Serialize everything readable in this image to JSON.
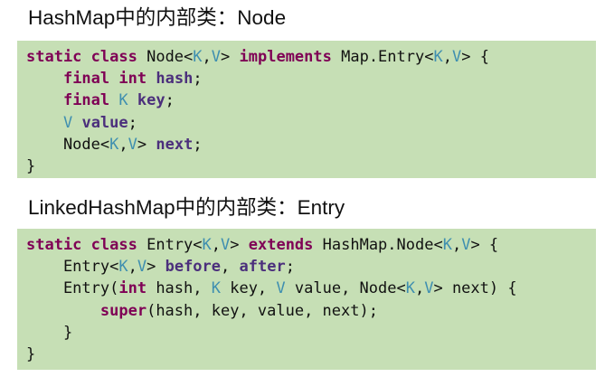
{
  "sections": [
    {
      "heading": "HashMap中的内部类：Node",
      "lines": [
        [
          {
            "t": "static",
            "k": "kw"
          },
          {
            "t": " ",
            "k": "pl"
          },
          {
            "t": "class",
            "k": "kw"
          },
          {
            "t": " Node<",
            "k": "pl"
          },
          {
            "t": "K",
            "k": "tp"
          },
          {
            "t": ",",
            "k": "pl"
          },
          {
            "t": "V",
            "k": "tp"
          },
          {
            "t": "> ",
            "k": "pl"
          },
          {
            "t": "implements",
            "k": "kw"
          },
          {
            "t": " Map.Entry<",
            "k": "pl"
          },
          {
            "t": "K",
            "k": "tp"
          },
          {
            "t": ",",
            "k": "pl"
          },
          {
            "t": "V",
            "k": "tp"
          },
          {
            "t": "> {",
            "k": "pl"
          }
        ],
        [
          {
            "t": "    ",
            "k": "pl"
          },
          {
            "t": "final",
            "k": "kw"
          },
          {
            "t": " ",
            "k": "pl"
          },
          {
            "t": "int",
            "k": "kw"
          },
          {
            "t": " ",
            "k": "pl"
          },
          {
            "t": "hash",
            "k": "fld"
          },
          {
            "t": ";",
            "k": "pl"
          }
        ],
        [
          {
            "t": "    ",
            "k": "pl"
          },
          {
            "t": "final",
            "k": "kw"
          },
          {
            "t": " ",
            "k": "pl"
          },
          {
            "t": "K",
            "k": "tp"
          },
          {
            "t": " ",
            "k": "pl"
          },
          {
            "t": "key",
            "k": "fld"
          },
          {
            "t": ";",
            "k": "pl"
          }
        ],
        [
          {
            "t": "    ",
            "k": "pl"
          },
          {
            "t": "V",
            "k": "tp"
          },
          {
            "t": " ",
            "k": "pl"
          },
          {
            "t": "value",
            "k": "fld"
          },
          {
            "t": ";",
            "k": "pl"
          }
        ],
        [
          {
            "t": "    Node<",
            "k": "pl"
          },
          {
            "t": "K",
            "k": "tp"
          },
          {
            "t": ",",
            "k": "pl"
          },
          {
            "t": "V",
            "k": "tp"
          },
          {
            "t": "> ",
            "k": "pl"
          },
          {
            "t": "next",
            "k": "fld"
          },
          {
            "t": ";",
            "k": "pl"
          }
        ],
        [
          {
            "t": "}",
            "k": "pl"
          }
        ]
      ]
    },
    {
      "heading": "LinkedHashMap中的内部类：Entry",
      "lines": [
        [
          {
            "t": "static",
            "k": "kw"
          },
          {
            "t": " ",
            "k": "pl"
          },
          {
            "t": "class",
            "k": "kw"
          },
          {
            "t": " Entry<",
            "k": "pl"
          },
          {
            "t": "K",
            "k": "tp"
          },
          {
            "t": ",",
            "k": "pl"
          },
          {
            "t": "V",
            "k": "tp"
          },
          {
            "t": "> ",
            "k": "pl"
          },
          {
            "t": "extends",
            "k": "kw"
          },
          {
            "t": " HashMap.Node<",
            "k": "pl"
          },
          {
            "t": "K",
            "k": "tp"
          },
          {
            "t": ",",
            "k": "pl"
          },
          {
            "t": "V",
            "k": "tp"
          },
          {
            "t": "> {",
            "k": "pl"
          }
        ],
        [
          {
            "t": "    Entry<",
            "k": "pl"
          },
          {
            "t": "K",
            "k": "tp"
          },
          {
            "t": ",",
            "k": "pl"
          },
          {
            "t": "V",
            "k": "tp"
          },
          {
            "t": "> ",
            "k": "pl"
          },
          {
            "t": "before",
            "k": "fld"
          },
          {
            "t": ", ",
            "k": "pl"
          },
          {
            "t": "after",
            "k": "fld"
          },
          {
            "t": ";",
            "k": "pl"
          }
        ],
        [
          {
            "t": "    Entry(",
            "k": "pl"
          },
          {
            "t": "int",
            "k": "kw"
          },
          {
            "t": " hash, ",
            "k": "pl"
          },
          {
            "t": "K",
            "k": "tp"
          },
          {
            "t": " key, ",
            "k": "pl"
          },
          {
            "t": "V",
            "k": "tp"
          },
          {
            "t": " value, Node<",
            "k": "pl"
          },
          {
            "t": "K",
            "k": "tp"
          },
          {
            "t": ",",
            "k": "pl"
          },
          {
            "t": "V",
            "k": "tp"
          },
          {
            "t": "> next) {",
            "k": "pl"
          }
        ],
        [
          {
            "t": "        ",
            "k": "pl"
          },
          {
            "t": "super",
            "k": "kw"
          },
          {
            "t": "(hash, key, value, next);",
            "k": "pl"
          }
        ],
        [
          {
            "t": "    }",
            "k": "pl"
          }
        ],
        [
          {
            "t": "}",
            "k": "pl"
          }
        ]
      ]
    }
  ],
  "colors": {
    "code_background": "#c6dfb5",
    "keyword": "#7f0055",
    "field": "#4b2f7c",
    "type_param": "#3f8fb0",
    "plain": "#111111"
  }
}
